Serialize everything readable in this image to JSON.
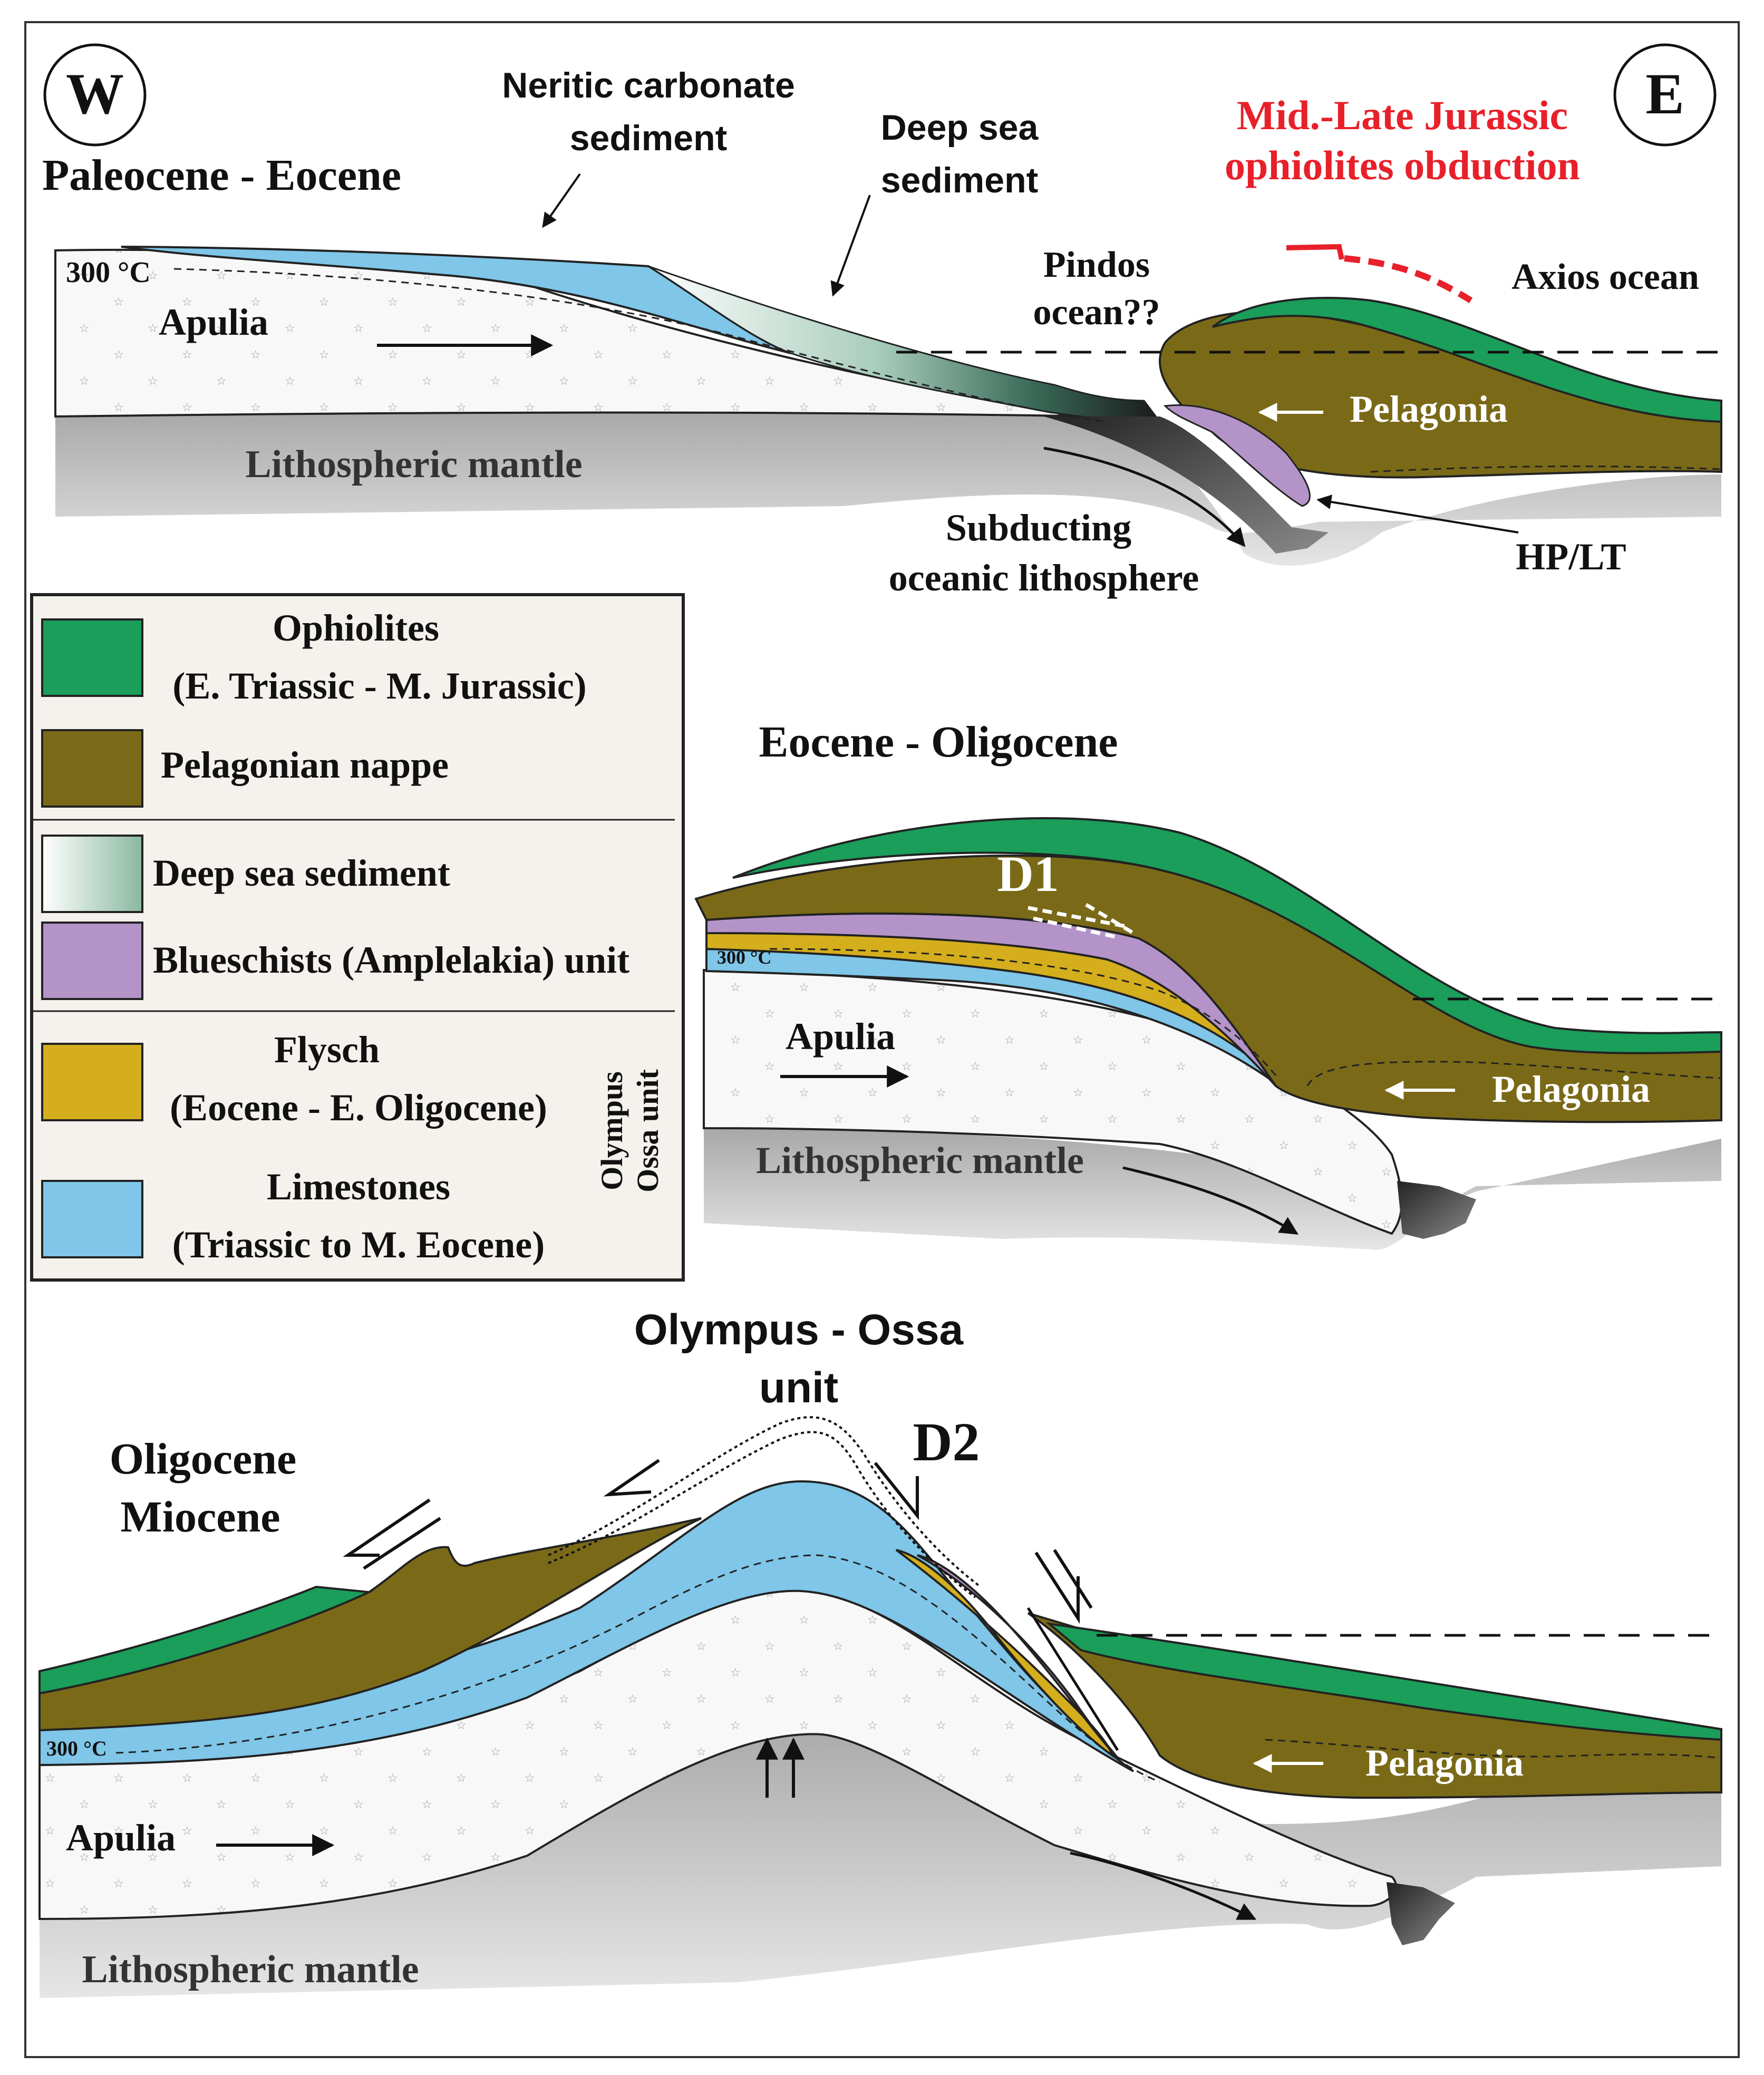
{
  "compass": {
    "west": "W",
    "east": "E"
  },
  "colors": {
    "ophiolite": "#1a9e5a",
    "pelagonian": "#7a6a18",
    "deep_sea": "#b8d8c8",
    "blueschist": "#b494c8",
    "flysch": "#d4ae1c",
    "limestone": "#7fc6e8",
    "mantle": "#c8c8c8",
    "apulia": "#f8f8f8",
    "obduction": "#e8202a"
  },
  "panel1": {
    "title": "Paleocene - Eocene",
    "neritic": [
      "Neritic carbonate",
      "sediment"
    ],
    "deep_sea": [
      "Deep sea",
      "sediment"
    ],
    "obduction": [
      "Mid.-Late Jurassic",
      "ophiolites obduction"
    ],
    "pindos": [
      "Pindos",
      "ocean??"
    ],
    "axios": "Axios ocean",
    "isotherm": "300 °C",
    "apulia": "Apulia",
    "pelagonia": "Pelagonia",
    "mantle": "Lithospheric mantle",
    "subducting": [
      "Subducting",
      "oceanic lithosphere"
    ],
    "hplt": "HP/LT"
  },
  "legend": {
    "items": [
      {
        "label": [
          "Ophiolites",
          "(E. Triassic - M. Jurassic)"
        ]
      },
      {
        "label": [
          "Pelagonian nappe"
        ]
      },
      {
        "label": [
          "Deep sea sediment"
        ]
      },
      {
        "label": [
          "Blueschists (Amplelakia) unit"
        ]
      },
      {
        "label": [
          "Flysch",
          "(Eocene - E. Oligocene)"
        ]
      },
      {
        "label": [
          "Limestones",
          "(Triassic to M. Eocene)"
        ]
      }
    ],
    "group_label": [
      "Olympus",
      "Ossa unit"
    ]
  },
  "panel2": {
    "title": "Eocene - Oligocene",
    "deformation": "D1",
    "isotherm": "300 °C",
    "apulia": "Apulia",
    "pelagonia": "Pelagonia",
    "mantle": "Lithospheric mantle"
  },
  "panel3": {
    "title": [
      "Oligocene",
      "Miocene"
    ],
    "unit_title": [
      "Olympus - Ossa",
      "unit"
    ],
    "deformation": "D2",
    "isotherm": "300 °C",
    "apulia": "Apulia",
    "pelagonia": "Pelagonia",
    "mantle": "Lithospheric mantle"
  }
}
